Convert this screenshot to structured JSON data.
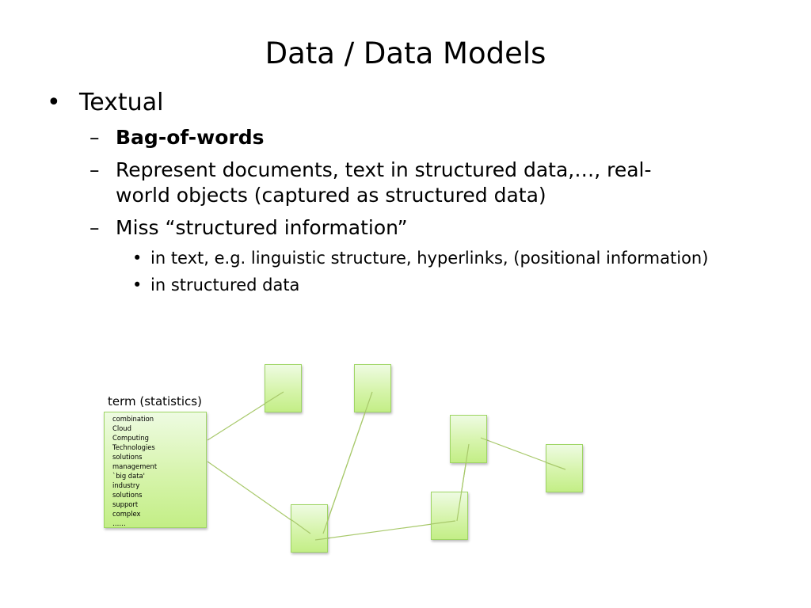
{
  "slide": {
    "title": "Data / Data Models",
    "bullets": {
      "textual": "Textual",
      "bag_of_words": "Bag-of-words",
      "represent_line1": "Represent documents, text in structured data,…, real-",
      "represent_line2": "world objects (captured as structured data)",
      "miss": "Miss “structured information”",
      "in_text": "in text, e.g. linguistic structure, hyperlinks, (positional information)",
      "in_structured": "in structured data"
    },
    "markers": {
      "bullet": "•",
      "dash": "–"
    }
  },
  "diagram": {
    "term_box_title": "term (statistics)",
    "terms": [
      "combination",
      "Cloud",
      "Computing",
      "Technologies",
      "solutions",
      "management",
      "`big data'",
      "industry",
      "solutions",
      "support",
      "complex",
      "……"
    ],
    "colors": {
      "box_fill": "#d6f4ab",
      "box_border": "#9ed563",
      "connector": "#a8c96b"
    }
  }
}
